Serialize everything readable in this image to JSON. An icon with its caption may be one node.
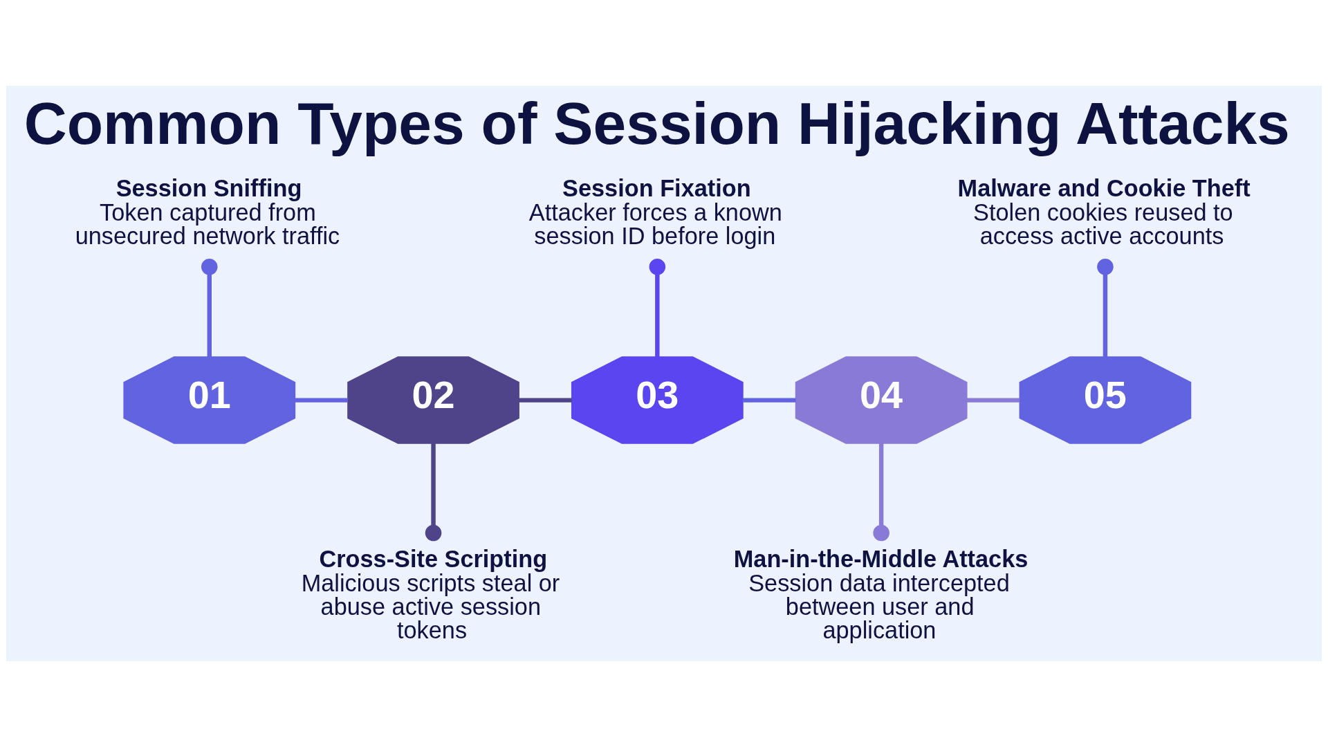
{
  "diagram": {
    "title": "Common Types of Session Hijacking Attacks",
    "nodes": [
      {
        "text": [
          "Session Sniffing",
          "Token captured from unsecured network traffic"
        ]
      },
      {
        "text": [
          "Session Fixation",
          "Attacker forces a known session ID before login"
        ]
      },
      {
        "text": [
          "Malware and Cookie Theft",
          "Stolen cookies reused to access active accounts"
        ]
      },
      {
        "text": [
          "01"
        ]
      },
      {
        "text": [
          "02"
        ]
      },
      {
        "text": [
          "03"
        ]
      },
      {
        "text": [
          "04"
        ]
      },
      {
        "text": [
          "05"
        ]
      },
      {
        "text": [
          "Cross-Site Scripting",
          "Malicious scripts steal or abuse active session tokens"
        ]
      },
      {
        "text": [
          "Man-in-the-Middle Attacks",
          "Session data intercepted between user and application"
        ]
      }
    ],
    "edges": [
      {
        "from": 3,
        "to": 0,
        "arrow": "other"
      },
      {
        "from": 4,
        "to": 8,
        "arrow": "other",
        "color": "#4f4489"
      },
      {
        "from": 5,
        "to": 1,
        "arrow": "other",
        "color": "#5a45f0"
      },
      {
        "from": 6,
        "to": 9,
        "arrow": "other",
        "color": "#8a7ad8"
      },
      {
        "from": 7,
        "to": 2,
        "arrow": "other"
      },
      {
        "from": 3,
        "to": 4,
        "arrow": "none"
      },
      {
        "from": 4,
        "to": 5,
        "arrow": "none",
        "color": "#4f4489"
      },
      {
        "from": 5,
        "to": 6,
        "arrow": "none"
      },
      {
        "from": 6,
        "to": 7,
        "arrow": "none",
        "color": "#8a7ad8"
      }
    ]
  }
}
